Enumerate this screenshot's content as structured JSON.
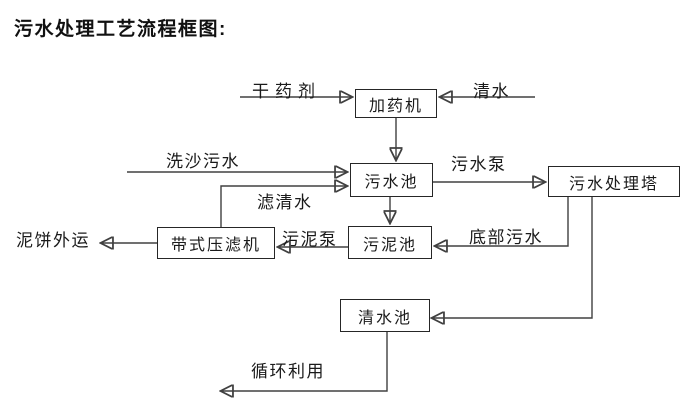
{
  "title": "污水处理工艺流程框图:",
  "nodes": {
    "dosing_machine": "加药机",
    "sewage_pool": "污水池",
    "sewage_treatment_tower": "污水处理塔",
    "sludge_pool": "污泥池",
    "belt_filter_press": "带式压滤机",
    "clean_water_pool": "清水池"
  },
  "flow_labels": {
    "dry_agent": "干药剂",
    "clean_water": "清水",
    "sand_washing_sewage": "洗沙污水",
    "filtered_water": "滤清水",
    "sewage_pump": "污水泵",
    "sludge_pump": "污泥泵",
    "mud_cake_transport": "泥饼外运",
    "bottom_sewage": "底部污水",
    "recycle_use": "循环利用"
  },
  "colors": {
    "background": "#ffffff",
    "line": "#404040",
    "box_border": "#262626",
    "text": "#1a1a1a"
  }
}
